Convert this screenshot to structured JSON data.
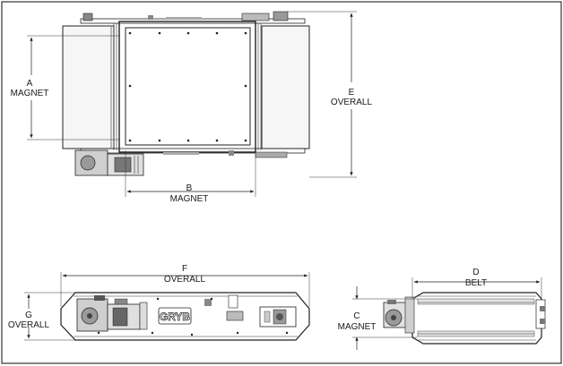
{
  "drawing": {
    "logo_text": "GRYB",
    "dimensions": {
      "a": {
        "letter": "A",
        "name": "MAGNET"
      },
      "b": {
        "letter": "B",
        "name": "MAGNET"
      },
      "c": {
        "letter": "C",
        "name": "MAGNET"
      },
      "d": {
        "letter": "D",
        "name": "BELT"
      },
      "e": {
        "letter": "E",
        "name": "OVERALL"
      },
      "f": {
        "letter": "F",
        "name": "OVERALL"
      },
      "g": {
        "letter": "G",
        "name": "OVERALL"
      }
    }
  },
  "colors": {
    "line": "#222222",
    "frame": "#333333",
    "background": "#ffffff",
    "belt_fill": "#f6f6f6"
  }
}
